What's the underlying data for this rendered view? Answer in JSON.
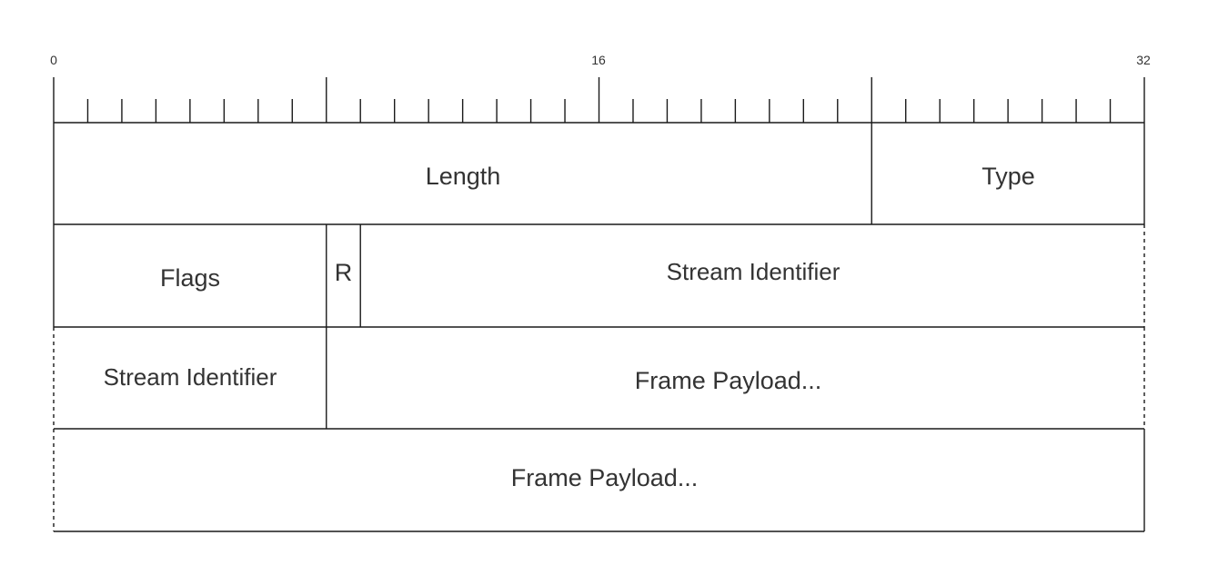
{
  "ruler": {
    "labels": [
      "0",
      "16",
      "32"
    ],
    "bit_count": 32
  },
  "rows": [
    {
      "fields": [
        {
          "label": "Length",
          "bits": 24
        },
        {
          "label": "Type",
          "bits": 8
        }
      ]
    },
    {
      "fields": [
        {
          "label": "Flags",
          "bits": 8
        },
        {
          "label": "R",
          "bits": 1
        },
        {
          "label": "Stream Identifier",
          "bits": 23
        }
      ]
    },
    {
      "fields": [
        {
          "label": "Stream Identifier",
          "bits": 8
        },
        {
          "label": "Frame Payload...",
          "bits": 24
        }
      ]
    },
    {
      "fields": [
        {
          "label": "Frame Payload...",
          "bits": 32
        }
      ]
    }
  ],
  "colors": {
    "line": "#1a1a1a",
    "text": "#333333"
  }
}
